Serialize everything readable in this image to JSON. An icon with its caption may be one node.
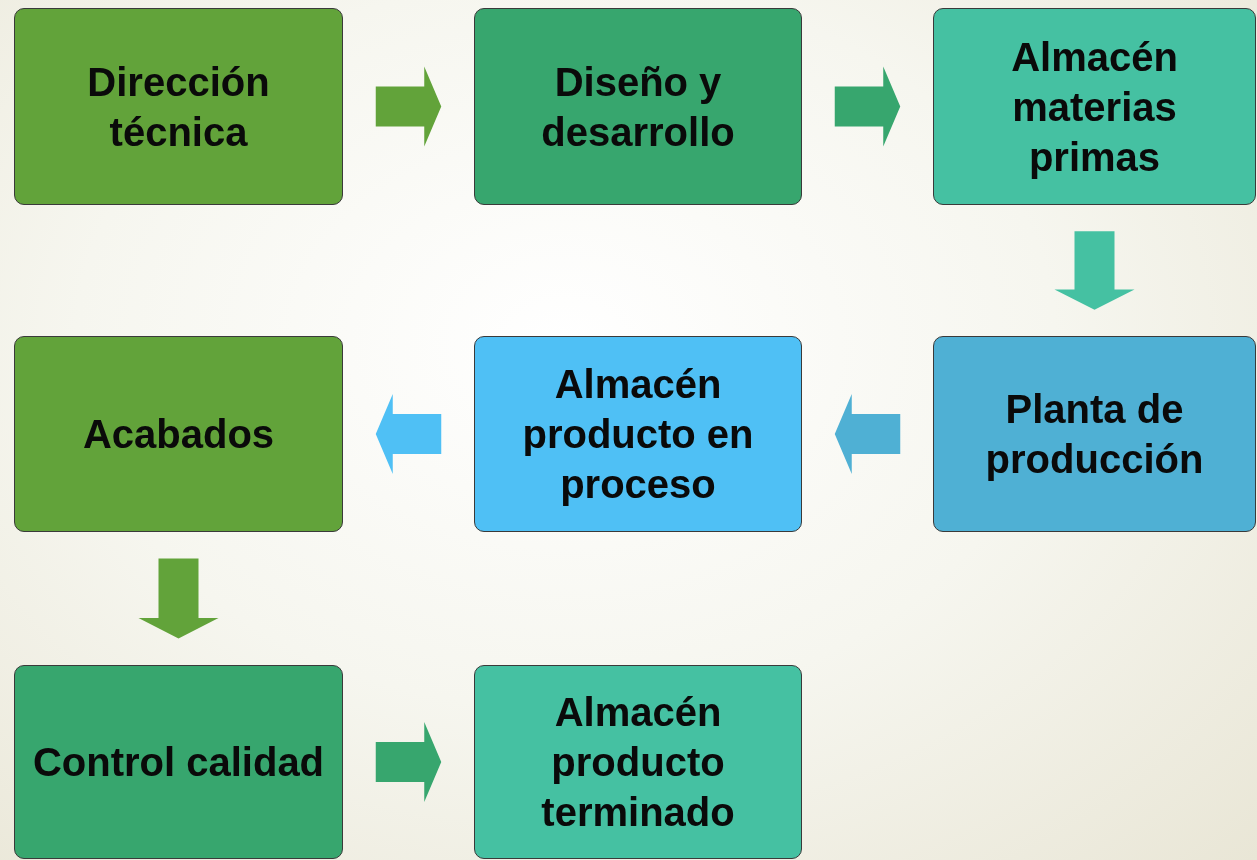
{
  "diagram": {
    "nodes": [
      {
        "text": [
          "Dirección técnica"
        ]
      },
      {
        "text": [
          "Diseño y desarrollo"
        ]
      },
      {
        "text": [
          "Almacén materias primas"
        ]
      },
      {
        "text": [
          "Acabados"
        ]
      },
      {
        "text": [
          "Almacén producto en proceso"
        ]
      },
      {
        "text": [
          "Planta de producción"
        ]
      },
      {
        "text": [
          "Control calidad"
        ]
      },
      {
        "text": [
          "Almacén producto terminado"
        ]
      }
    ],
    "edges": [
      {
        "from": 0,
        "to": 1,
        "arrow": "to",
        "color": "#62a33a"
      },
      {
        "from": 1,
        "to": 2,
        "arrow": "to",
        "color": "#37a66e"
      },
      {
        "from": 2,
        "to": 5,
        "arrow": "to",
        "color": "#45c1a2"
      },
      {
        "from": 5,
        "to": 4,
        "arrow": "to",
        "color": "#4fb0d4"
      },
      {
        "from": 4,
        "to": 3,
        "arrow": "to",
        "color": "#4fc0f5"
      },
      {
        "from": 3,
        "to": 6,
        "arrow": "to",
        "color": "#62a33a"
      },
      {
        "from": 6,
        "to": 7,
        "arrow": "to",
        "color": "#37a66e"
      }
    ]
  }
}
